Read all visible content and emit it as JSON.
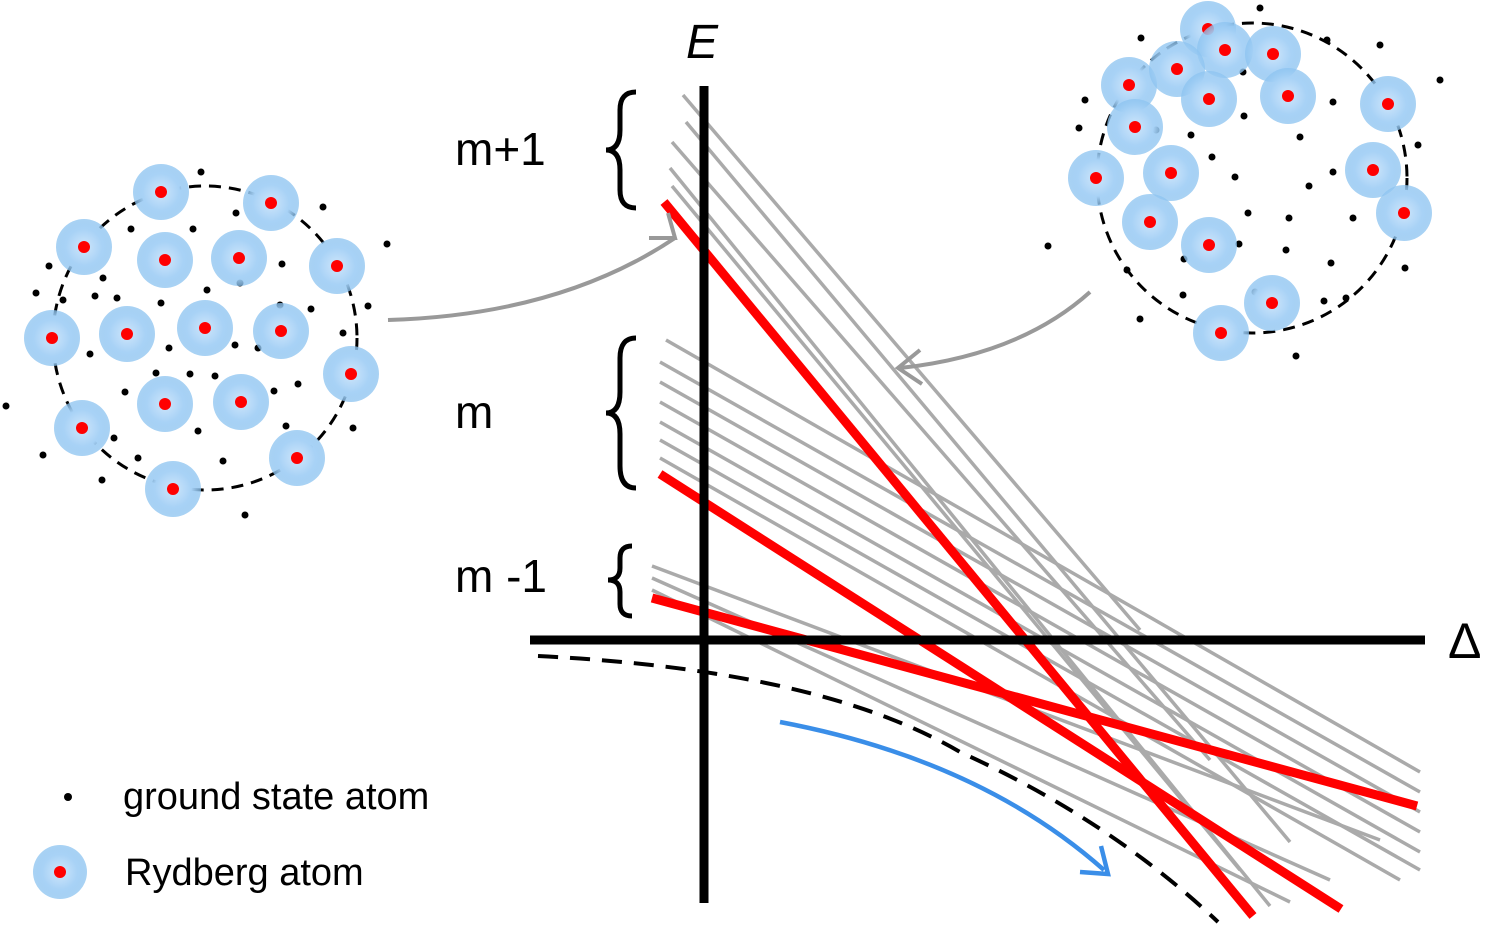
{
  "axes": {
    "y_label": "E",
    "x_label": "Δ"
  },
  "bands": [
    {
      "id": "upper",
      "label": "m+1"
    },
    {
      "id": "middle",
      "label": "m"
    },
    {
      "id": "lower",
      "label": "m -1"
    }
  ],
  "legend": {
    "ground": "ground state atom",
    "rydberg": "Rydberg atom"
  },
  "colors": {
    "axis": "#000000",
    "gray_levels": "#aaaaaa",
    "red_levels": "#ff0000",
    "pointer_arrow": "#999999",
    "sweep_arrow": "#3a8ee8",
    "rydberg_dot": "#ff0000",
    "rydberg_halo": "#8cc3f0",
    "ground_dot": "#000000",
    "ensemble_boundary": "#000000"
  },
  "icons": {
    "brace": "curly-brace",
    "ground_marker": "black-dot",
    "rydberg_marker": "red-dot-with-blue-halo"
  }
}
